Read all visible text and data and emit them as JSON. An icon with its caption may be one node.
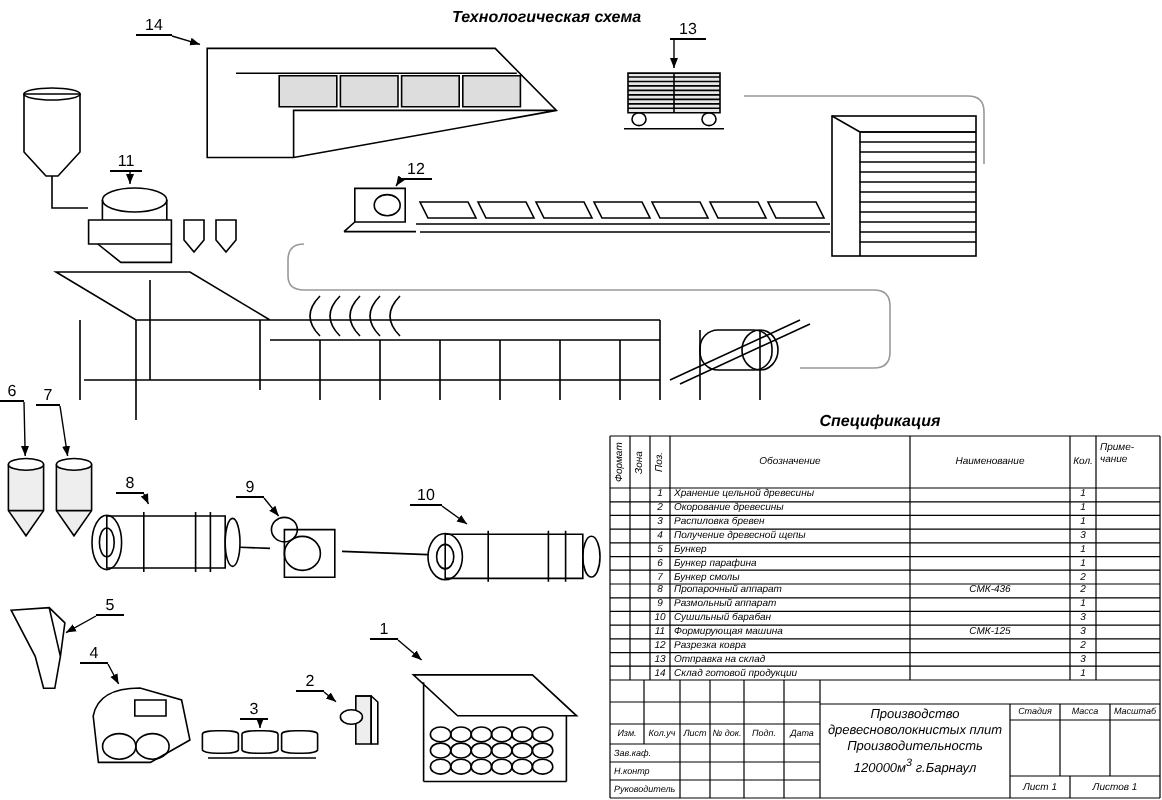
{
  "diagram": {
    "title": "Технологическая схема",
    "nodes": [
      {
        "text": [
          "14"
        ]
      },
      {
        "text": [],
        "shape": "picture"
      },
      {
        "text": [
          "13"
        ]
      },
      {
        "text": [],
        "shape": "picture"
      },
      {
        "text": [
          "12"
        ]
      },
      {
        "text": [],
        "shape": "picture"
      },
      {
        "text": [
          "11"
        ]
      },
      {
        "text": [],
        "shape": "picture"
      },
      {
        "text": [
          "6"
        ]
      },
      {
        "text": [],
        "shape": "picture"
      },
      {
        "text": [
          "7"
        ]
      },
      {
        "text": [],
        "shape": "picture"
      },
      {
        "text": [
          "8"
        ]
      },
      {
        "text": [],
        "shape": "picture"
      },
      {
        "text": [
          "9"
        ]
      },
      {
        "text": [],
        "shape": "picture"
      },
      {
        "text": [
          "10"
        ]
      },
      {
        "text": [],
        "shape": "picture"
      },
      {
        "text": [
          "5"
        ]
      },
      {
        "text": [],
        "shape": "picture"
      },
      {
        "text": [
          "4"
        ]
      },
      {
        "text": [],
        "shape": "picture"
      },
      {
        "text": [
          "3"
        ]
      },
      {
        "text": [],
        "shape": "picture"
      },
      {
        "text": [
          "2"
        ]
      },
      {
        "text": [],
        "shape": "picture"
      },
      {
        "text": [
          "1"
        ]
      },
      {
        "text": [],
        "shape": "picture"
      }
    ],
    "edges": [
      {
        "from": 0,
        "to": 1,
        "arrow": "to"
      },
      {
        "from": 2,
        "to": 3,
        "arrow": "to"
      },
      {
        "from": 4,
        "to": 5,
        "arrow": "to"
      },
      {
        "from": 6,
        "to": 7,
        "arrow": "to"
      },
      {
        "from": 8,
        "to": 9,
        "arrow": "to"
      },
      {
        "from": 10,
        "to": 11,
        "arrow": "to"
      },
      {
        "from": 12,
        "to": 13,
        "arrow": "to"
      },
      {
        "from": 14,
        "to": 15,
        "arrow": "to"
      },
      {
        "from": 16,
        "to": 17,
        "arrow": "to"
      },
      {
        "from": 18,
        "to": 19,
        "arrow": "to"
      },
      {
        "from": 20,
        "to": 21,
        "arrow": "to"
      },
      {
        "from": 22,
        "to": 23,
        "arrow": "to"
      },
      {
        "from": 24,
        "to": 25,
        "arrow": "to"
      },
      {
        "from": 26,
        "to": 27,
        "arrow": "to"
      },
      {
        "from": 13,
        "to": 15,
        "arrow": "none"
      },
      {
        "from": 15,
        "to": 17,
        "arrow": "none"
      }
    ],
    "labels": [
      "Спецификация",
      "Формат",
      "Зона",
      "Поз.",
      "Обозначение",
      "Наименование",
      "Кол.",
      "Приме- чание",
      "1",
      "Хранение цельной древесины",
      "1",
      "2",
      "Окорование древесины",
      "1",
      "3",
      "Распиловка бревен",
      "1",
      "4",
      "Получение древесной щепы",
      "3",
      "5",
      "Бункер",
      "1",
      "6",
      "Бункер парафина",
      "1",
      "7",
      "Бункер смолы",
      "2",
      "8",
      "Пропарочный аппарат",
      "СМК-436",
      "2",
      "9",
      "Размольный аппарат",
      "1",
      "10",
      "Сушильный барабан",
      "3",
      "11",
      "Формирующая машина",
      "СМК-125",
      "3",
      "12",
      "Разрезка ковра",
      "2",
      "13",
      "Отправка на склад",
      "3",
      "14",
      "Склад готовой продукции",
      "1",
      "Изм.",
      "Кол.уч",
      "Лист",
      "№ док.",
      "Подп.",
      "Дата",
      "Зав.каф.",
      "Н.контр",
      "Руководитель",
      "Производство древесноволокнистых плит Производительность 120000м$^{3}$ г.Барнаул",
      "Стадия",
      "Масса",
      "Масштаб",
      "Лист 1",
      "Листов 1"
    ]
  }
}
